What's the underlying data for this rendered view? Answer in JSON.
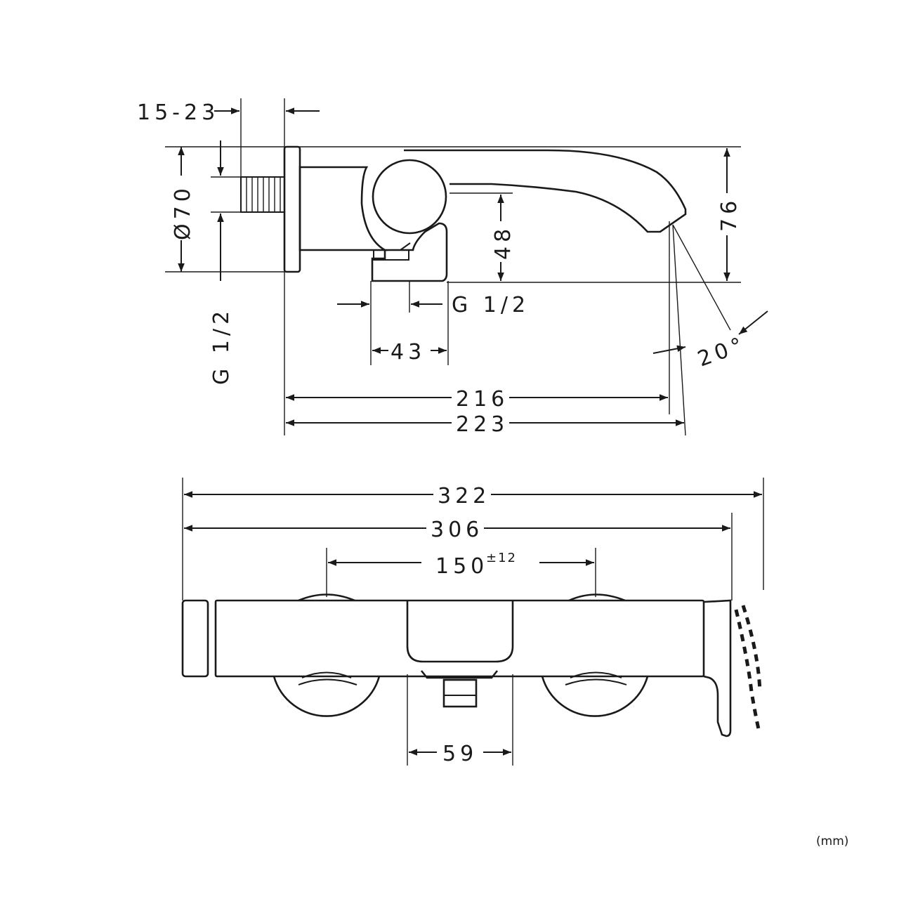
{
  "side_view": {
    "dims": {
      "wall_depth": "15-23",
      "rosette_diameter": "Ø70",
      "inlet_thread_left": "G 1/2",
      "height": "76",
      "outlet_height": "48",
      "outlet_thread": "G 1/2",
      "outlet_width": "43",
      "spout_angle": "20°",
      "projection_inner": "216",
      "projection_outer": "223"
    }
  },
  "top_view": {
    "dims": {
      "overall_width": "322",
      "body_width": "306",
      "centers": "150",
      "centers_tolerance": "±12",
      "outlet_width": "59"
    }
  },
  "units": "(mm)"
}
